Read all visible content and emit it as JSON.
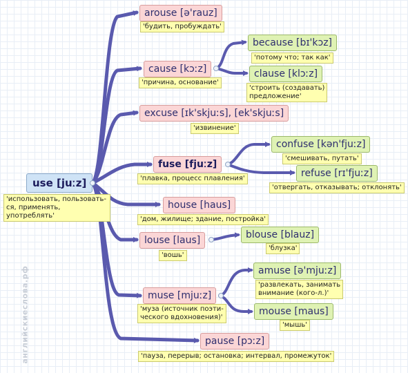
{
  "root": {
    "label": "use [juːz]",
    "note": "'использовать, пользовать-\nся, применять, употреблять'"
  },
  "nodes": {
    "arouse": {
      "label": "arouse [ə'rauz]",
      "note": "'будить, пробуждать'"
    },
    "cause": {
      "label": "cause [kɔːz]",
      "note": "'причина, основание'"
    },
    "because": {
      "label": "because [bɪ'kɔz]",
      "note": "'потому что; так как'"
    },
    "clause": {
      "label": "clause [klɔːz]",
      "note": "'строить (создавать)\nпредложение'"
    },
    "excuse": {
      "label": "excuse [ɪk'skjuːs], [ek'skjuːs]",
      "note": "'извинение'"
    },
    "fuse": {
      "label": "fuse [fjuːz]",
      "note": "'плавка, процесс плавления'"
    },
    "confuse": {
      "label": "confuse [kən'fjuːz]",
      "note": "'смешивать, путать'"
    },
    "refuse": {
      "label": "refuse [rɪ'fjuːz]",
      "note": "'отвергать, отказывать; отклонять'"
    },
    "house": {
      "label": "house [haus]",
      "note": "'дом, жилище; здание, постройка'"
    },
    "louse": {
      "label": "louse [laus]",
      "note": "'вошь'"
    },
    "blouse": {
      "label": "blouse [blauz]",
      "note": "'блузка'"
    },
    "muse": {
      "label": "muse [mjuːz]",
      "note": "'муза (источник поэти-\nческого вдохновения)'"
    },
    "amuse": {
      "label": "amuse [ə'mjuːz]",
      "note": "'развлекать, занимать\nвнимание (кого-л.)'"
    },
    "mouse": {
      "label": "mouse [maus]",
      "note": "'мышь'"
    },
    "pause": {
      "label": "pause [pɔːz]",
      "note": "'пауза, перерыв; остановка; интервал, промежуток'"
    }
  },
  "watermark": "английскиеслова.рф",
  "colors": {
    "link": "#5a5aae",
    "pink": "#fbd6d6",
    "green": "#dff2b4",
    "note": "#ffffb0",
    "root": "#cfe3f6"
  }
}
